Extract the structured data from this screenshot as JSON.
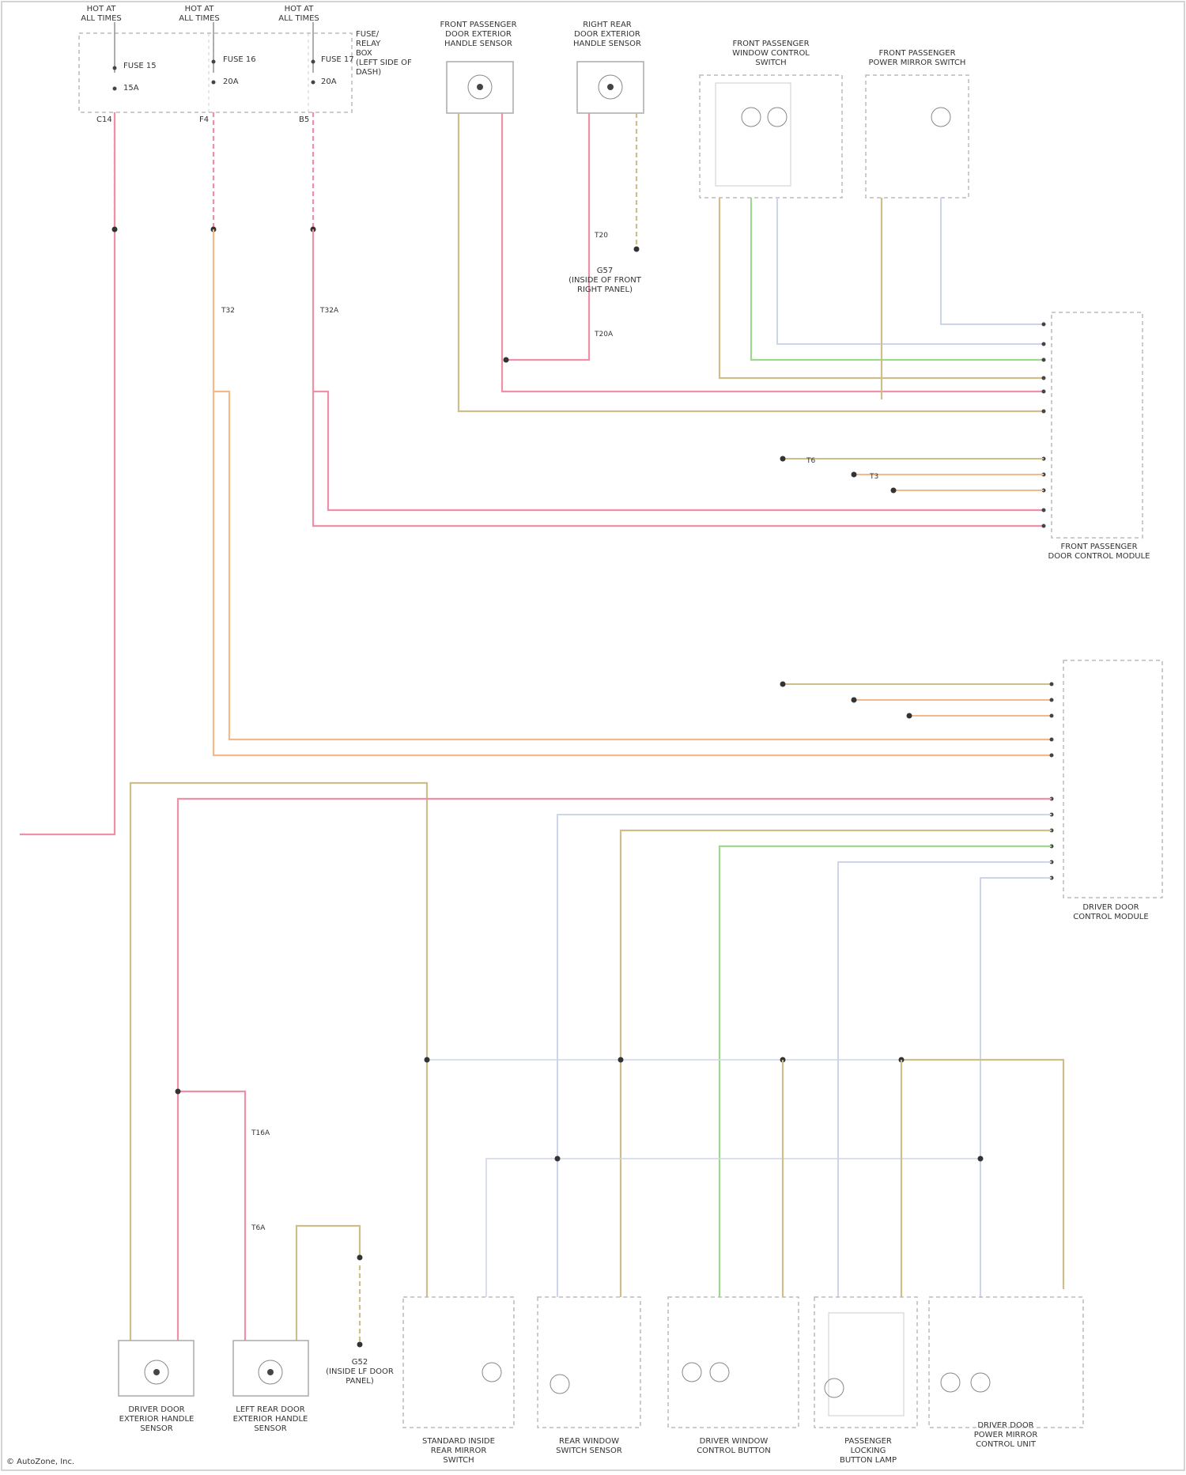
{
  "diagram": {
    "fuse_box": {
      "label_lines": [
        "FUSE/",
        "RELAY",
        "BOX",
        "(LEFT SIDE OF",
        "DASH)"
      ],
      "columns": [
        {
          "top": [
            "HOT AT",
            "ALL TIMES"
          ],
          "fuse": "FUSE 15",
          "amp": "15A",
          "pin": "C14"
        },
        {
          "top": [
            "HOT AT",
            "ALL TIMES"
          ],
          "fuse": "FUSE 16",
          "amp": "20A",
          "pin": "F4"
        },
        {
          "top": [
            "HOT AT",
            "ALL TIMES"
          ],
          "fuse": "FUSE 17",
          "amp": "20A",
          "pin": "B5"
        }
      ]
    },
    "components": {
      "front_passenger_door_handle": [
        "FRONT PASSENGER",
        "DOOR EXTERIOR",
        "HANDLE SENSOR"
      ],
      "right_rear_door_handle": [
        "RIGHT REAR",
        "DOOR EXTERIOR",
        "HANDLE SENSOR"
      ],
      "front_passenger_window_switch": [
        "FRONT PASSENGER",
        "WINDOW CONTROL",
        "SWITCH"
      ],
      "front_passenger_mirror_switch": [
        "FRONT PASSENGER",
        "POWER MIRROR SWITCH"
      ],
      "front_passenger_module": [
        "FRONT PASSENGER",
        "DOOR CONTROL MODULE"
      ],
      "driver_module": [
        "DRIVER DOOR",
        "CONTROL MODULE"
      ],
      "driver_door_handle": [
        "DRIVER DOOR",
        "EXTERIOR HANDLE",
        "SENSOR"
      ],
      "left_rear_door_handle": [
        "LEFT REAR DOOR",
        "EXTERIOR HANDLE",
        "SENSOR"
      ],
      "ground_left_door_panel": [
        "G52",
        "(INSIDE LF DOOR",
        "PANEL)"
      ],
      "ground_right_door_panel": [
        "G57",
        "(INSIDE OF FRONT",
        "RIGHT PANEL)"
      ],
      "bottom_1": [
        "STANDARD INSIDE",
        "REAR MIRROR",
        "SWITCH"
      ],
      "bottom_2": [
        "REAR WINDOW",
        "SWITCH SENSOR"
      ],
      "bottom_3": [
        "DRIVER WINDOW",
        "CONTROL BUTTON"
      ],
      "bottom_4": [
        "PASSENGER",
        "LOCKING",
        "BUTTON LAMP"
      ],
      "bottom_5": [
        "DRIVER DOOR",
        "POWER MIRROR",
        "CONTROL UNIT"
      ]
    },
    "connector_tags": [
      "T32",
      "T32A",
      "T20",
      "T20A",
      "T16A",
      "T6A",
      "T6",
      "T3"
    ],
    "wire_colors": {
      "red_pink": "#ef8fa8",
      "orange": "#f3b98a",
      "tan": "#cdbf8c",
      "green": "#9ed88f",
      "light_blue": "#cdd5ea",
      "gray": "#c4c4c4",
      "ground_dark": "#555555"
    },
    "watermark": "© AutoZone, Inc."
  }
}
